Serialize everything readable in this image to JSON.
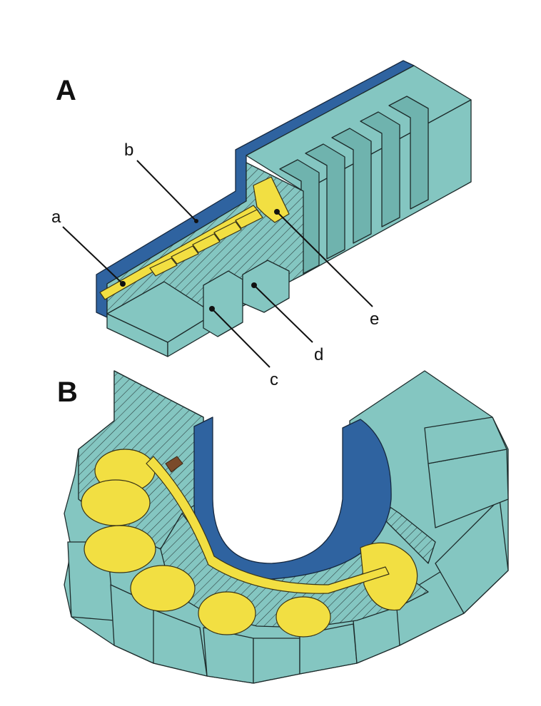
{
  "figure": {
    "panels": [
      {
        "label": "A"
      },
      {
        "label": "B"
      }
    ],
    "callouts": {
      "a": "a",
      "b": "b",
      "c": "c",
      "d": "d",
      "e": "e"
    },
    "colors": {
      "mold": "#84c6c1",
      "insulation": "#2f63a0",
      "casting": "#f2df42"
    }
  }
}
